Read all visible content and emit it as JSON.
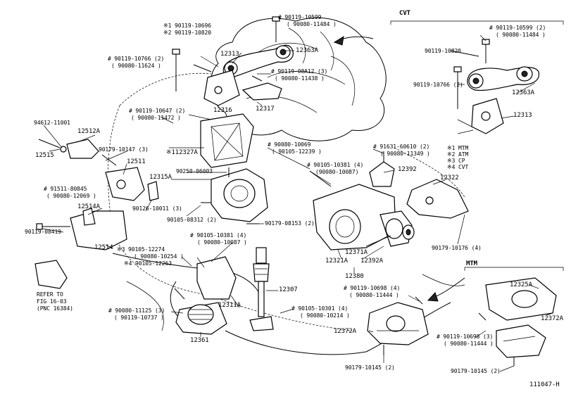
{
  "sections": {
    "cvt": "CVT",
    "mtm": "MTM"
  },
  "legend": [
    "※1 MTM",
    "※2 ATM",
    "※3 CP",
    "※4 CVT"
  ],
  "labels": {
    "l01": "# 90119-10599",
    "l02": "( 90080-11484 )",
    "l03": "※1  90119-10696",
    "l04": "※2  90119-10820",
    "l05": "12313",
    "l06": "12363A",
    "l07": "# 90119-10766 (2)",
    "l08": "( 90080-11624 )",
    "l09": "# 90119-08A12 (3)",
    "l10": "( 90080-11438 )",
    "l11": "12317",
    "l12": "# 90119-10647 (2)",
    "l13": "( 90080-11472 )",
    "l14": "12316",
    "l15": "94612-11001",
    "l16": "12512A",
    "l17": "12515",
    "l18": "90179-10147 (3)",
    "l19": "※112327A",
    "l20": "12511",
    "l21": "90250-06003",
    "l22": "12315A",
    "l23": "# 91511-80845",
    "l24": "( 90080-12069 )",
    "l25": "12514A",
    "l26": "90126-10011 (3)",
    "l27": "90119-08419",
    "l28": "90105-08312 (2)",
    "l29": "12514",
    "l30": "※3 90105-12274",
    "l31": "( 90080-10254 )",
    "l32": "※4 90105-12263",
    "l33": "REFER TO",
    "l34": "FIG 16-03",
    "l35": "(PNC 16384)",
    "l36": "# 90105-10381 (4)",
    "l37": "( 90080-10087 )",
    "l38": "12311A",
    "l39": "# 90080-11125 (3)",
    "l40": "( 90119-10737 )",
    "l41": "12361",
    "l42": "12307",
    "l43": "# 90105-10301 (4)",
    "l44": "( 90080-10214 )",
    "l45": "90179-08153 (2)",
    "l46": "# 90080-10069",
    "l47": "( 90105-12239 )",
    "l48": "# 90105-10381 (4)",
    "l49": "(90080-10087)",
    "l50": "# 91631-60610 (2)",
    "l51": "( 90080-11349 )",
    "l52": "12392",
    "l53": "12322",
    "l54": "90179-10176 (4)",
    "l55": "12371A",
    "l56": "12392A",
    "l57": "12321A",
    "l58": "12380",
    "l59": "# 90119-10698 (4)",
    "l60": "( 90080-11444 )",
    "l61": "12372A",
    "l62": "90179-10145 (2)",
    "l63": "12325A",
    "l64": "12372A",
    "l65": "# 90119-10698 (3)",
    "l66": "( 90080-11444 )",
    "l67": "90179-10145 (2)",
    "l68": "# 90119-10599 (2)",
    "l69": "( 90080-11484 )",
    "l70": "90119-10820",
    "l71": "90119-10766 (2)",
    "l72": "12363A",
    "l73": "12313",
    "l74": "111047-H"
  }
}
